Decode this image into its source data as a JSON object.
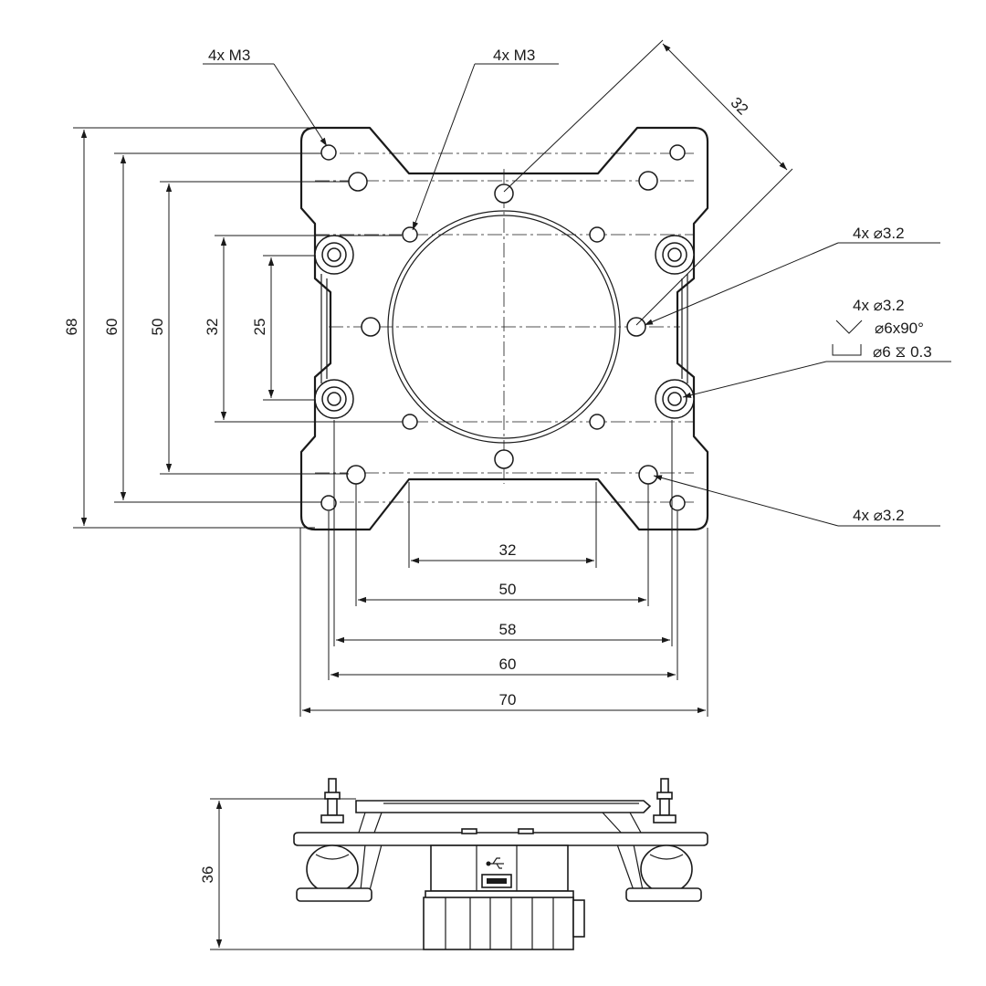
{
  "callouts": {
    "m3_left": "4x M3",
    "m3_right": "4x M3",
    "hole_upper": "4x ⌀3.2",
    "countersink_line1": "4x ⌀3.2",
    "countersink_line2": "⌀6x90°",
    "counterbore_line": "⌀6 ⧖ 0.3",
    "hole_lower": "4x ⌀3.2"
  },
  "dimensions": {
    "diagonal": "32",
    "vertical": [
      "68",
      "60",
      "50",
      "32",
      "25"
    ],
    "horizontal": [
      "32",
      "50",
      "58",
      "60",
      "70"
    ],
    "side_height": "36"
  },
  "symbols": {
    "usb": "usb-icon"
  }
}
